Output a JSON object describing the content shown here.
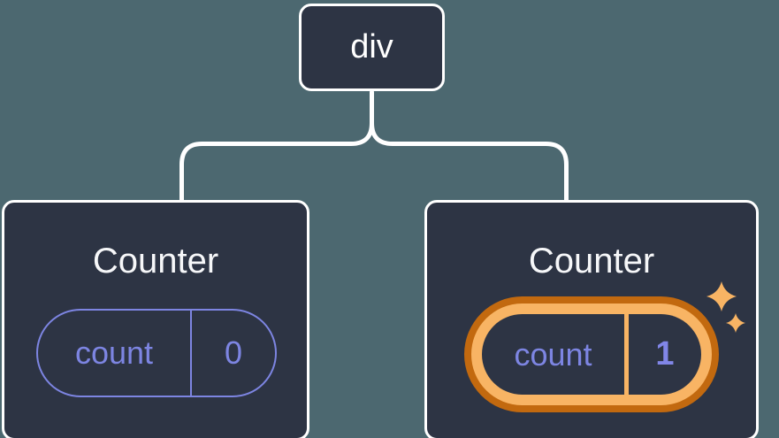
{
  "diagram": {
    "description": "React component tree: a div root with two Counter children; the second Counter's state is highlighted as newly updated",
    "root": {
      "label": "div"
    },
    "children": [
      {
        "title": "Counter",
        "state": {
          "name": "count",
          "value": "0"
        },
        "highlighted": false
      },
      {
        "title": "Counter",
        "state": {
          "name": "count",
          "value": "1"
        },
        "highlighted": true
      }
    ],
    "icons": [
      {
        "name": "sparkles-icon",
        "meaning": "state just updated"
      }
    ],
    "colors": {
      "background": "#4c6870",
      "node_fill": "#2d3444",
      "node_border": "#ffffff",
      "state_accent_purple": "#7d85e2",
      "highlight_ring_dark_orange": "#c2690f",
      "highlight_ring_light_orange": "#f8b464",
      "title_text": "#f6f7f9"
    }
  }
}
